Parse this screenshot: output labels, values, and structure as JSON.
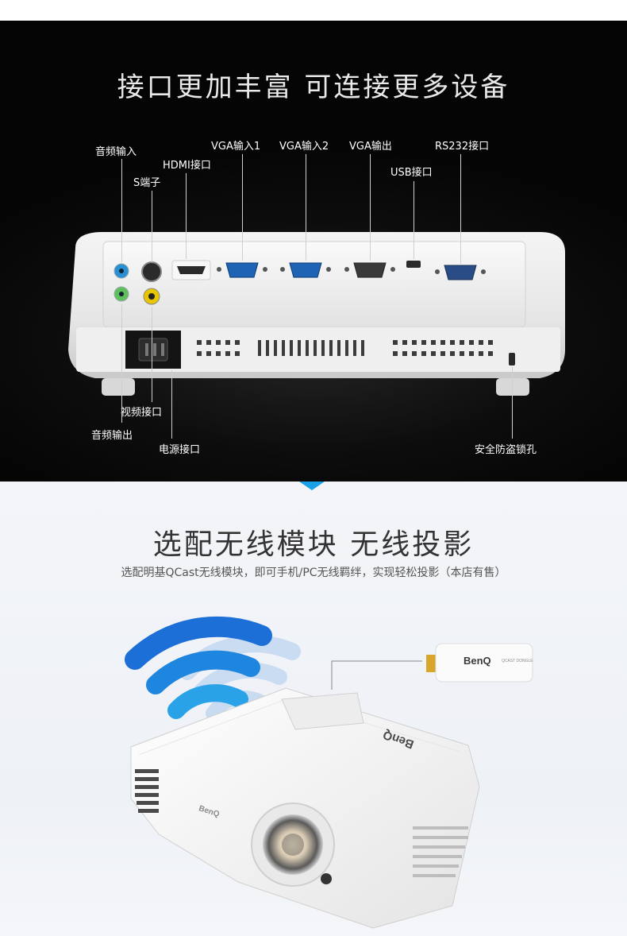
{
  "section1": {
    "title": "接口更加丰富 可连接更多设备",
    "labels": {
      "audio_in": "音频输入",
      "s_video": "S端子",
      "hdmi": "HDMI接口",
      "vga_in_1": "VGA输入1",
      "vga_in_2": "VGA输入2",
      "vga_out": "VGA输出",
      "usb": "USB接口",
      "rs232": "RS232接口",
      "video": "视频接口",
      "audio_out": "音频输出",
      "power": "电源接口",
      "lock": "安全防盗锁孔"
    }
  },
  "section2": {
    "title": "选配无线模块 无线投影",
    "subtitle": "选配明基QCast无线模块，即可手机/PC无线羁绊，实现轻松投影（本店有售）",
    "dongle_brand": "BenQ",
    "dongle_model": "QCAST DONGLE",
    "projector_brand": "BenQ"
  },
  "colors": {
    "accent_blue": "#1aa0e6",
    "vga_blue": "#1f63b5",
    "dark_bg": "#0a0a0a"
  }
}
